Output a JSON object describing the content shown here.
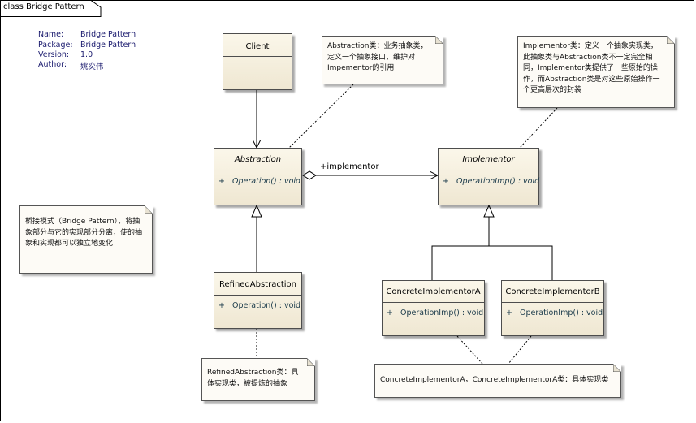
{
  "tab": {
    "label": "class Bridge Pattern"
  },
  "meta": {
    "rows": [
      {
        "key": "Name:",
        "value": "Bridge Pattern"
      },
      {
        "key": "Package:",
        "value": "Bridge Pattern"
      },
      {
        "key": "Version:",
        "value": "1.0"
      },
      {
        "key": "Author:",
        "value": "姚奕伟"
      }
    ]
  },
  "classes": {
    "client": {
      "name": "Client"
    },
    "abstraction": {
      "name": "Abstraction",
      "op_vis": "+",
      "op": "Operation() : void"
    },
    "implementor": {
      "name": "Implementor",
      "op_vis": "+",
      "op": "OperationImp() : void"
    },
    "refined": {
      "name": "RefinedAbstraction",
      "op_vis": "+",
      "op": "Operation() : void"
    },
    "concrete_a": {
      "name": "ConcreteImplementorA",
      "op_vis": "+",
      "op": "OperationImp() : void"
    },
    "concrete_b": {
      "name": "ConcreteImplementorB",
      "op_vis": "+",
      "op": "OperationImp() : void"
    }
  },
  "association": {
    "label": "+implementor"
  },
  "notes": {
    "abstraction": "Abstraction类：业务抽象类，定义一个抽象接口，维护对Impementor的引用",
    "implementor": "Implementor类：定义一个抽象实现类，此抽象类与Abstraction类不一定完全相同，Implementor类提供了一些原始的操作，而Abstraction类是对这些原始操作一个更高层次的封装",
    "bridge": "桥接模式（Bridge Pattern），将抽象部分与它的实现部分分离，使的抽象和实现都可以独立地变化",
    "refined": "RefinedAbstraction类：具体实现类，被提炼的抽象",
    "concrete": "ConcreteImplementorA，ConcreteImplementorA类：具体实现类"
  }
}
